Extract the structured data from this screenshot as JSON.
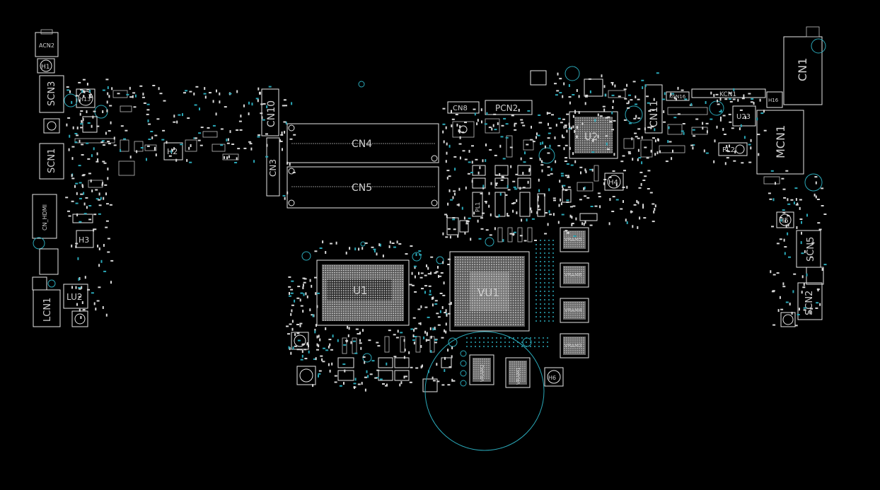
{
  "components": [
    {
      "label": "ACN2"
    },
    {
      "label": "H1"
    },
    {
      "label": "SCN3"
    },
    {
      "label": "H13"
    },
    {
      "label": "SCN1"
    },
    {
      "label": "CN_HDMI"
    },
    {
      "label": "H3"
    },
    {
      "label": "LCN1"
    },
    {
      "label": "LU2"
    },
    {
      "label": "H2"
    },
    {
      "label": "CN10"
    },
    {
      "label": "CN3"
    },
    {
      "label": "CN4"
    },
    {
      "label": "CN5"
    },
    {
      "label": "CN8"
    },
    {
      "label": "PCN2"
    },
    {
      "label": "U2"
    },
    {
      "label": "CN11"
    },
    {
      "label": "KCN1"
    },
    {
      "label": "KCN16"
    },
    {
      "label": "U23"
    },
    {
      "label": "PL2"
    },
    {
      "label": "CN1"
    },
    {
      "label": "MCN1"
    },
    {
      "label": "H4"
    },
    {
      "label": "H5"
    },
    {
      "label": "SCN5"
    },
    {
      "label": "SCN2"
    },
    {
      "label": "U1"
    },
    {
      "label": "VU1"
    },
    {
      "label": "VRAM5"
    },
    {
      "label": "VRAM6"
    },
    {
      "label": "VRAM4"
    },
    {
      "label": "VRAM3"
    },
    {
      "label": "VRAM2"
    },
    {
      "label": "VRAM1"
    },
    {
      "label": "H6"
    },
    {
      "label": "H16"
    },
    {
      "label": "PL1"
    }
  ]
}
